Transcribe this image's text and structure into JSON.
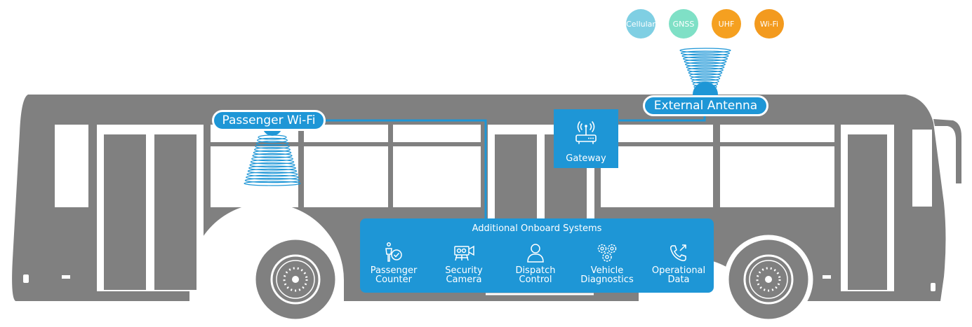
{
  "antenna_bands": [
    {
      "label": "Cellular",
      "color": "#7fcfe3"
    },
    {
      "label": "GNSS",
      "color": "#7fe0c6"
    },
    {
      "label": "UHF",
      "color": "#f5a020"
    },
    {
      "label": "Wi-Fi",
      "color": "#f39a1e"
    }
  ],
  "labels": {
    "passenger_wifi": "Passenger Wi-Fi",
    "external_antenna": "External Antenna",
    "gateway": "Gateway",
    "systems_title": "Additional Onboard Systems"
  },
  "systems": [
    {
      "line1": "Passenger",
      "line2": "Counter",
      "icon": "passenger-counter-icon"
    },
    {
      "line1": "Security",
      "line2": "Camera",
      "icon": "camera-icon"
    },
    {
      "line1": "Dispatch",
      "line2": "Control",
      "icon": "person-icon"
    },
    {
      "line1": "Vehicle",
      "line2": "Diagnostics",
      "icon": "gears-icon"
    },
    {
      "line1": "Operational",
      "line2": "Data",
      "icon": "phone-icon"
    }
  ],
  "colors": {
    "bus": "#808080",
    "accent": "#1e96d6",
    "window": "#ffffff"
  }
}
